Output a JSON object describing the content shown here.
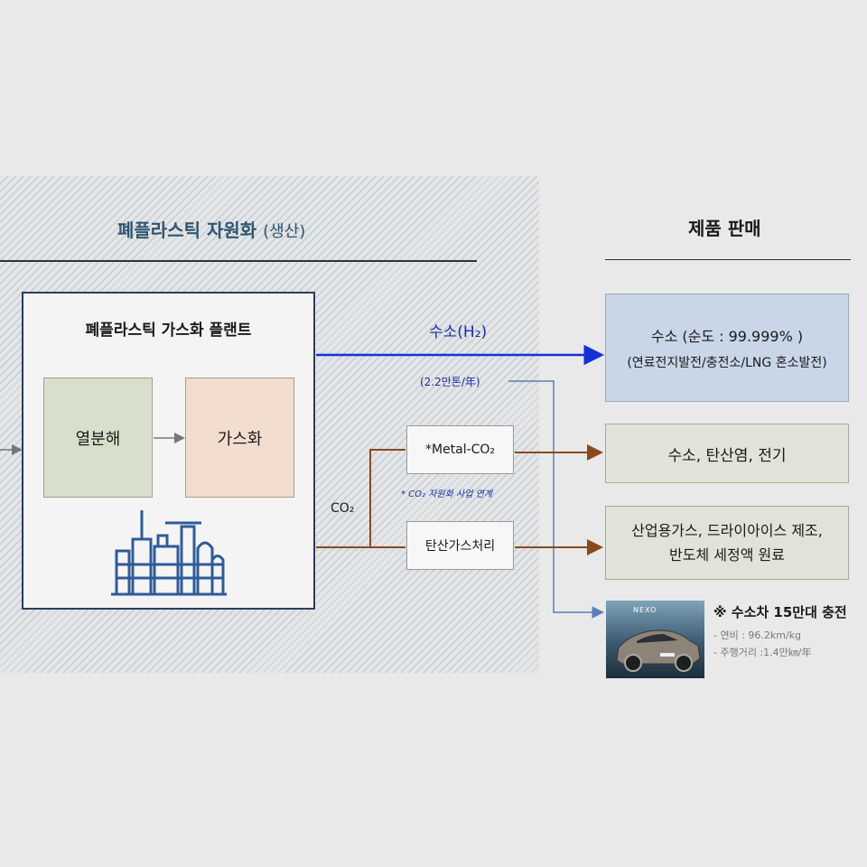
{
  "left_section": {
    "title": "폐플라스틱 자원화",
    "title_suffix": "(생산)"
  },
  "right_section": {
    "title": "제품 판매"
  },
  "plant": {
    "title": "폐플라스틱 가스화 플랜트",
    "step1": "열분해",
    "step2": "가스화"
  },
  "flows": {
    "hydrogen_label": "수소(H₂)",
    "capacity_label": "(2.2만톤/年)",
    "co2_label": "CO₂",
    "note": "* CO₂ 자원화 사업 연계"
  },
  "processes": {
    "metal_co2": "*Metal-CO₂",
    "carbon_gas": "탄산가스처리"
  },
  "products": {
    "hydrogen": {
      "line1": "수소 (순도 : 99.999% )",
      "line2": "(연료전지발전/충전소/LNG 혼소발전)"
    },
    "metal_products": "수소, 탄산염, 전기",
    "carbon_products_line1": "산업용가스, 드라이아이스 제조,",
    "carbon_products_line2": "반도체 세정액 원료"
  },
  "nexo": {
    "badge": "NEXO",
    "title": "※ 수소차 15만대 충전",
    "spec1": "- 연비 : 96.2km/kg",
    "spec2": "- 주행거리 :1.4만㎞/年"
  },
  "colors": {
    "hydrogen_line": "#1530d8",
    "co2_line": "#8a4a1c",
    "capacity_line": "#5b7fb8",
    "plant_border": "#2b3e57",
    "title_blue": "#2f5670"
  }
}
